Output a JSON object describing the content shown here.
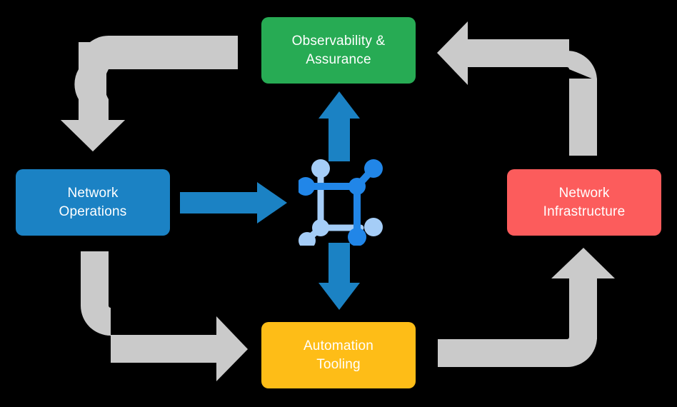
{
  "diagram": {
    "type": "cycle-diagram",
    "title": "",
    "background_color": "#000000",
    "center_icon": {
      "name": "network-topology-icon",
      "node_color_primary": "#2186e8",
      "node_color_secondary": "#a5cdf7"
    },
    "nodes": [
      {
        "id": "observability",
        "label": "Observability &\nAssurance",
        "color": "#27ab54",
        "position": "top"
      },
      {
        "id": "network-operations",
        "label": "Network\nOperations",
        "color": "#1b82c4",
        "position": "left"
      },
      {
        "id": "network-infrastructure",
        "label": "Network\nInfrastructure",
        "color": "#fc5c5c",
        "position": "right"
      },
      {
        "id": "automation-tooling",
        "label": "Automation\nTooling",
        "color": "#febd17",
        "position": "bottom"
      }
    ],
    "connectors": [
      {
        "id": "ops-to-center",
        "from": "network-operations",
        "to": "center-icon",
        "color": "#1b82c4",
        "direction": "right"
      },
      {
        "id": "center-to-observability",
        "from": "center-icon",
        "to": "observability",
        "color": "#1b82c4",
        "direction": "up"
      },
      {
        "id": "center-to-automation",
        "from": "center-icon",
        "to": "automation-tooling",
        "color": "#1b82c4",
        "direction": "down"
      },
      {
        "id": "observability-to-ops",
        "from": "observability",
        "to": "network-operations",
        "color": "#cacaca",
        "direction": "left-then-down"
      },
      {
        "id": "ops-to-automation",
        "from": "network-operations",
        "to": "automation-tooling",
        "color": "#cacaca",
        "direction": "down-then-right"
      },
      {
        "id": "automation-to-infrastructure",
        "from": "automation-tooling",
        "to": "network-infrastructure",
        "color": "#cacaca",
        "direction": "right-then-up"
      },
      {
        "id": "infrastructure-to-observability",
        "from": "network-infrastructure",
        "to": "observability",
        "color": "#cacaca",
        "direction": "up-then-left"
      }
    ]
  }
}
